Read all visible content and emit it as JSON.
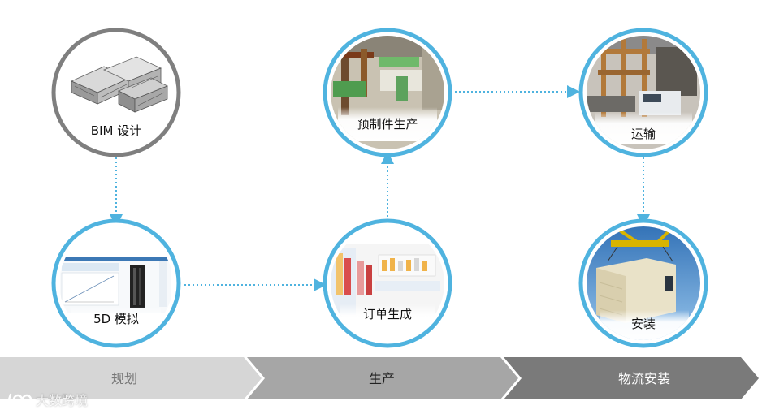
{
  "nodes": {
    "bim_design": {
      "label": "BIM 设计"
    },
    "simulation_5d": {
      "label": "5D 模拟"
    },
    "order_generation": {
      "label": "订单生成"
    },
    "prefab_production": {
      "label": "预制件生产"
    },
    "transport": {
      "label": "运输"
    },
    "installation": {
      "label": "安装"
    }
  },
  "stages": [
    {
      "label": "规划"
    },
    {
      "label": "生产"
    },
    {
      "label": "物流安装"
    }
  ],
  "watermark": {
    "text": "大数跨境"
  },
  "colors": {
    "ring_blue": "#4fb3df",
    "ring_gray": "#7f7f7f",
    "connector": "#4fb3df",
    "stage_1": "#d6d6d6",
    "stage_2": "#a6a6a6",
    "stage_3": "#7a7a7a"
  }
}
